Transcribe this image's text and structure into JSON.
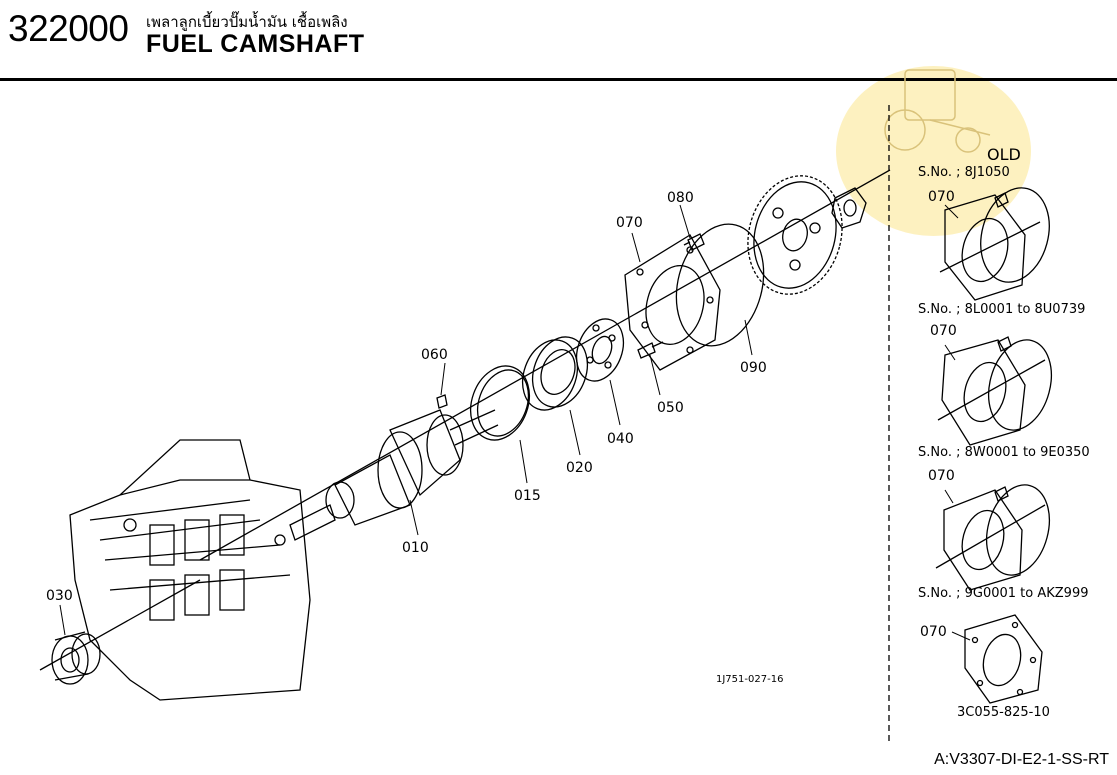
{
  "header": {
    "page_number": "322000",
    "title_thai": "เพลาลูกเบี้ยวปั๊มน้ำมัน เชื้อเพลิง",
    "title_en": "FUEL CAMSHAFT"
  },
  "callouts": {
    "p010": "010",
    "p015": "015",
    "p020": "020",
    "p030": "030",
    "p040": "040",
    "p050": "050",
    "p060": "060",
    "p070": "070",
    "p080": "080",
    "p090": "090"
  },
  "figure_code": "1J751-027-16",
  "variants": {
    "old_label": "OLD",
    "v1": {
      "serial": "S.No. ; 8J1050",
      "part": "070"
    },
    "v2": {
      "serial": "S.No. ; 8L0001 to 8U0739",
      "part": "070"
    },
    "v3": {
      "serial": "S.No. ; 8W0001 to 9E0350",
      "part": "070"
    },
    "v4": {
      "serial": "S.No. ; 9G0001 to AKZ999",
      "part": "070"
    },
    "v4_code": "3C055-825-10"
  },
  "footer_code": "A:V3307-DI-E2-1-SS-RT",
  "colors": {
    "watermark": "#FCE896",
    "line": "#000000"
  },
  "icons": {
    "watermark": "tractor-icon"
  }
}
